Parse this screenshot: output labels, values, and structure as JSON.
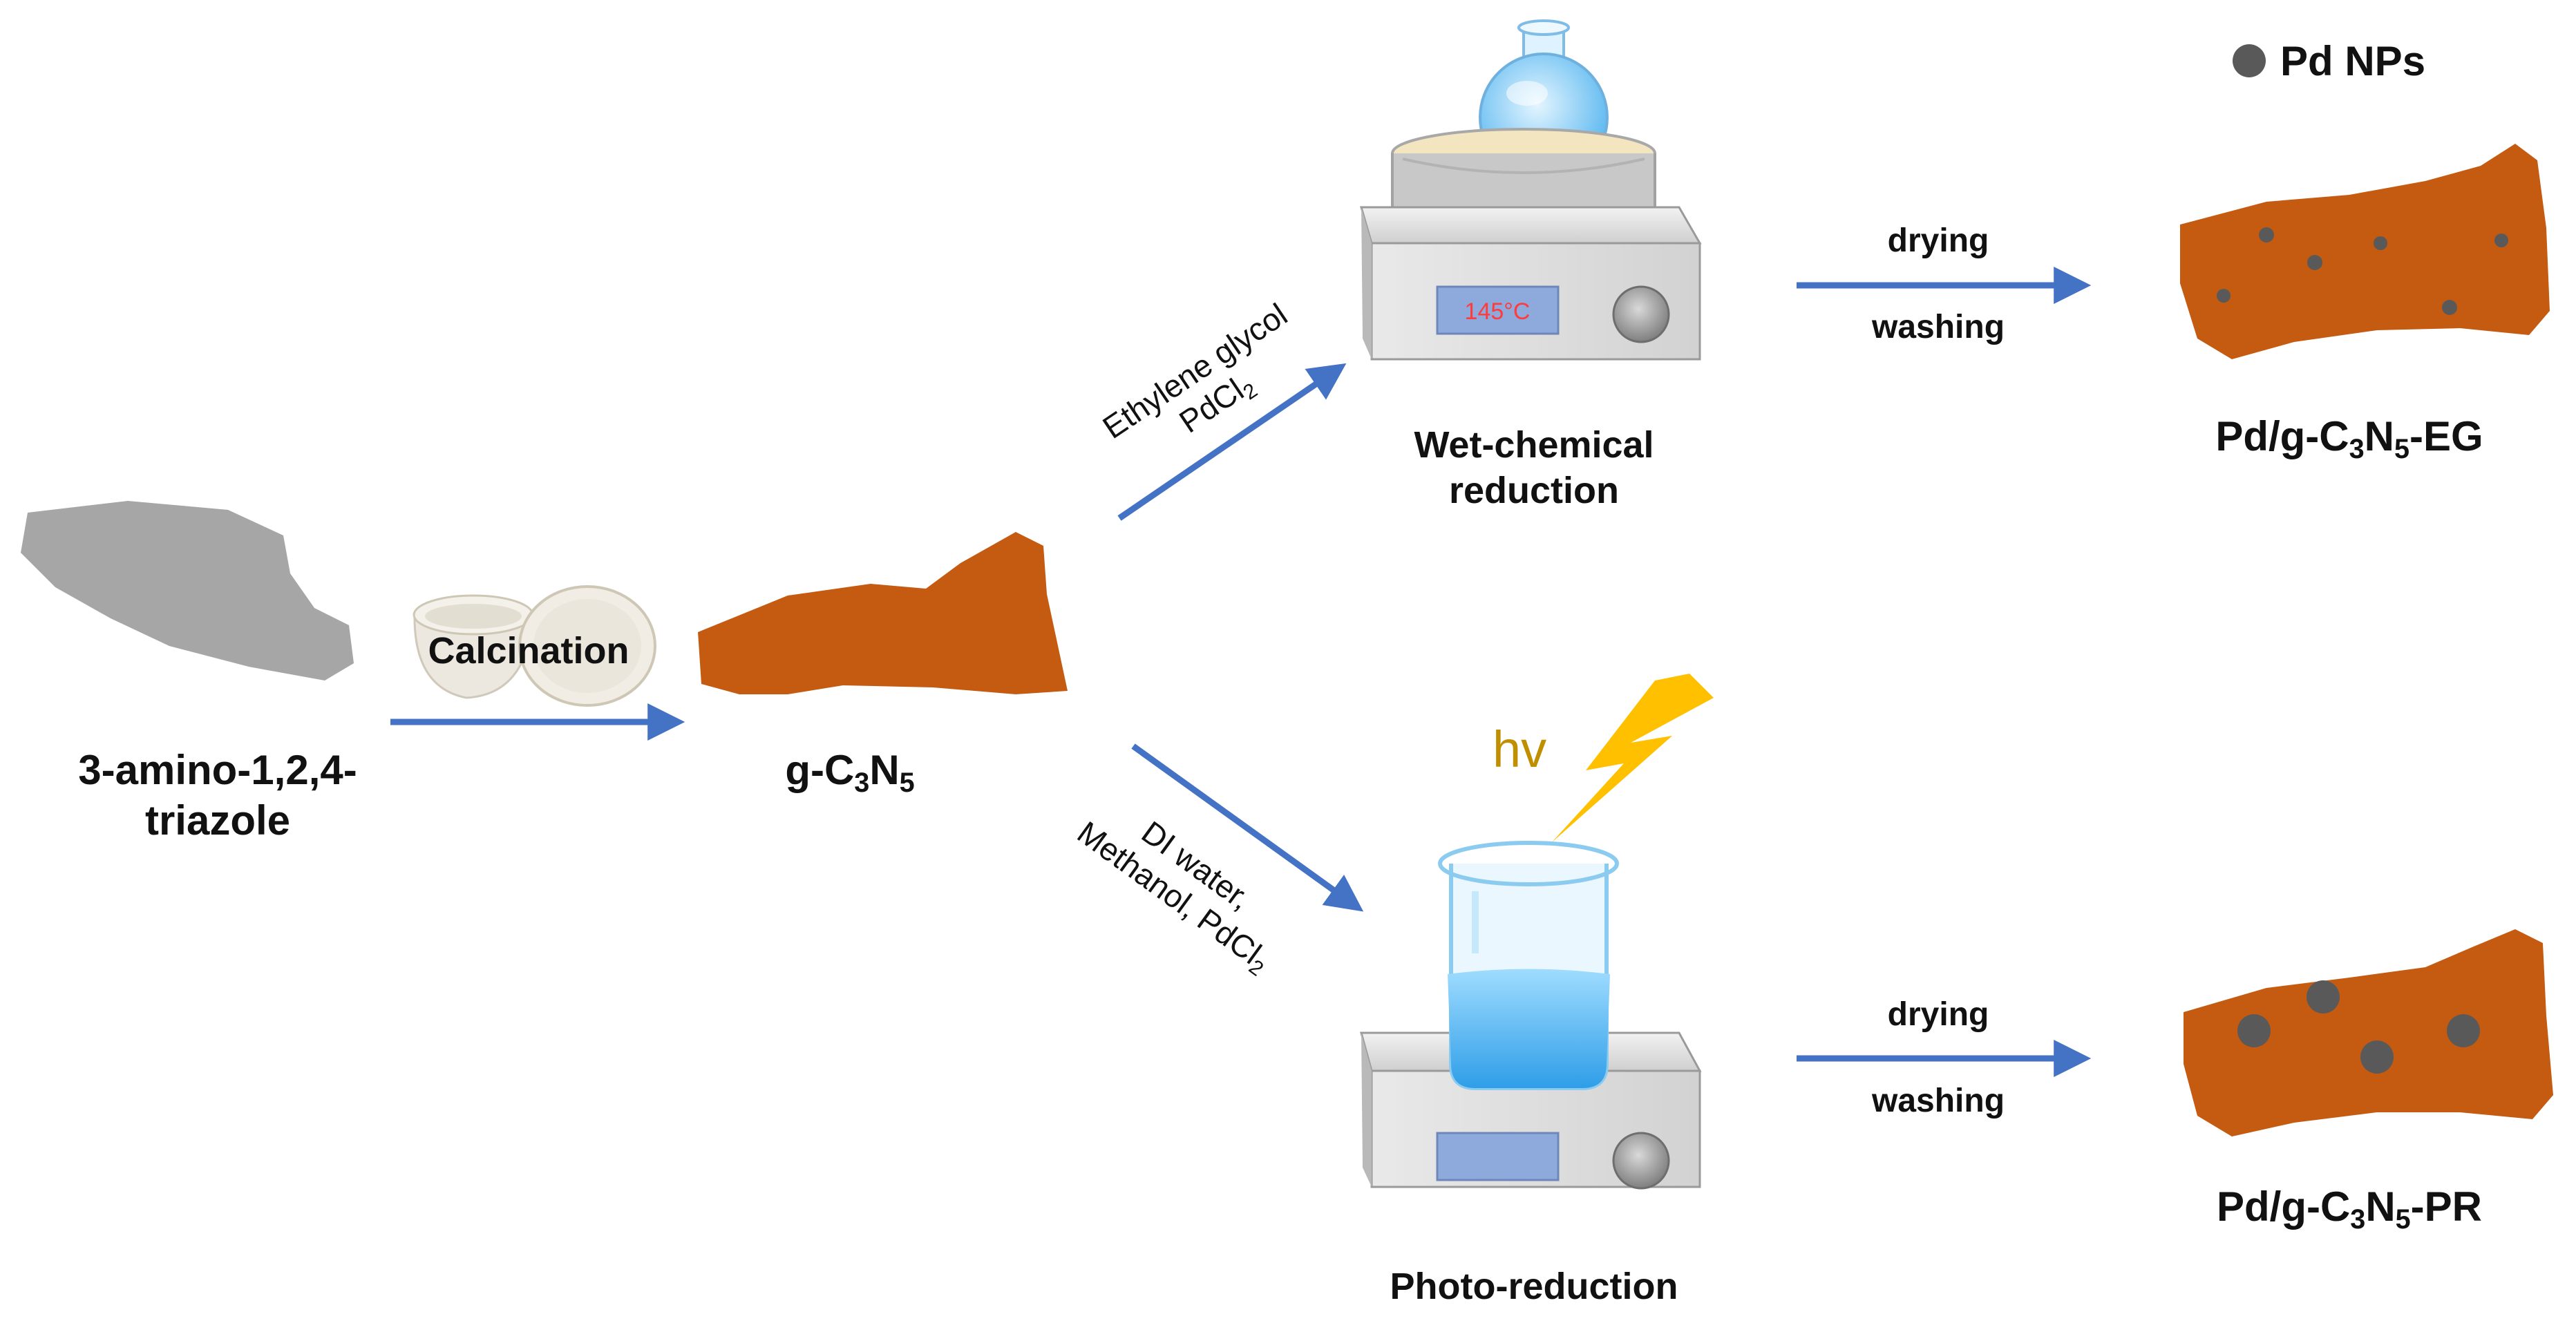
{
  "legend": {
    "label": "Pd NPs"
  },
  "precursor": {
    "label_line1": "3-amino-1,2,4-",
    "label_line2": "triazole"
  },
  "calcination": {
    "label": "Calcination"
  },
  "gcn": {
    "label_prefix": "g-C",
    "label_sub1": "3",
    "label_mid": "N",
    "label_sub2": "5"
  },
  "upper_route": {
    "reagent_line1": "Ethylene glycol",
    "reagent_line2_prefix": "PdCl",
    "reagent_line2_sub": "2",
    "hotplate_display": "145°C",
    "step_line1": "Wet-chemical",
    "step_line2": "reduction",
    "arrow_top": "drying",
    "arrow_bottom": "washing",
    "product": {
      "prefix": "Pd/g-C",
      "sub1": "3",
      "mid": "N",
      "sub2": "5",
      "suffix": "-EG"
    }
  },
  "lower_route": {
    "reagent_line1": "DI water,",
    "reagent_line2_prefix": "Methanol, PdCl",
    "reagent_line2_sub": "2",
    "light_label": "hv",
    "step_label": "Photo-reduction",
    "arrow_top": "drying",
    "arrow_bottom": "washing",
    "product": {
      "prefix": "Pd/g-C",
      "sub1": "3",
      "mid": "N",
      "sub2": "5",
      "suffix": "-PR"
    }
  },
  "colors": {
    "arrow": "#4472C4",
    "material": "#C55A11",
    "precursor": "#A6A6A6",
    "nanoparticle": "#595959",
    "lightning": "#FFC000",
    "hv_text": "#BF8F00",
    "display_text": "#FF3B3B",
    "display_bg": "#8EA9DB"
  }
}
